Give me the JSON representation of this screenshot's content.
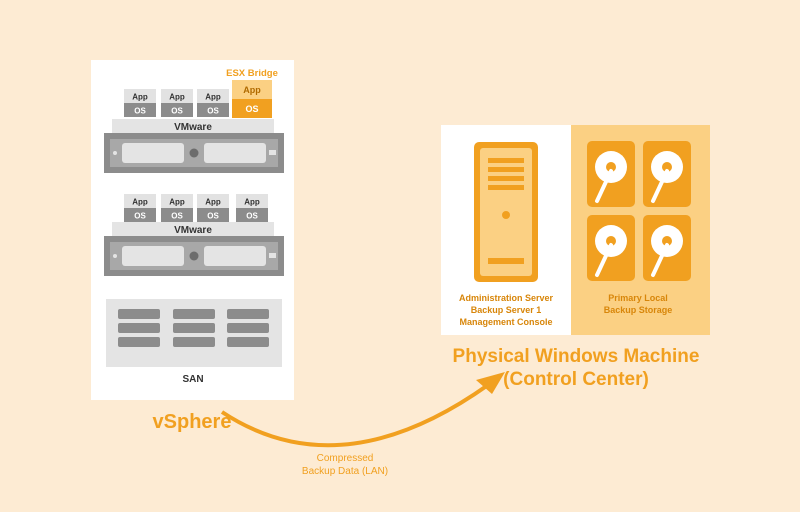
{
  "vsphere": {
    "label": "vSphere",
    "host1": {
      "vms": [
        {
          "app": "App",
          "os": "OS"
        },
        {
          "app": "App",
          "os": "OS"
        },
        {
          "app": "App",
          "os": "OS"
        }
      ],
      "bridge": {
        "title": "ESX Bridge",
        "app": "App",
        "os": "OS"
      },
      "hypervisor": "VMware"
    },
    "host2": {
      "vms": [
        {
          "app": "App",
          "os": "OS"
        },
        {
          "app": "App",
          "os": "OS"
        },
        {
          "app": "App",
          "os": "OS"
        },
        {
          "app": "App",
          "os": "OS"
        }
      ],
      "hypervisor": "VMware"
    },
    "san": {
      "label": "SAN"
    }
  },
  "connection": {
    "label_line1": "Compressed",
    "label_line2": "Backup Data (LAN)"
  },
  "control_center": {
    "title_line1": "Physical Windows Machine",
    "title_line2": "(Control Center)",
    "server": {
      "line1": "Administration Server",
      "line2": "Backup Server 1",
      "line3": "Management Console"
    },
    "storage": {
      "line1": "Primary Local",
      "line2": "Backup Storage"
    }
  },
  "colors": {
    "background": "#fdebd3",
    "accent": "#f1a020",
    "accent_light": "#fbd083",
    "panel": "#ffffff",
    "gray_dark": "#8c8c8c",
    "gray_mid": "#c8c8c8",
    "gray_light": "#e4e4e4"
  }
}
